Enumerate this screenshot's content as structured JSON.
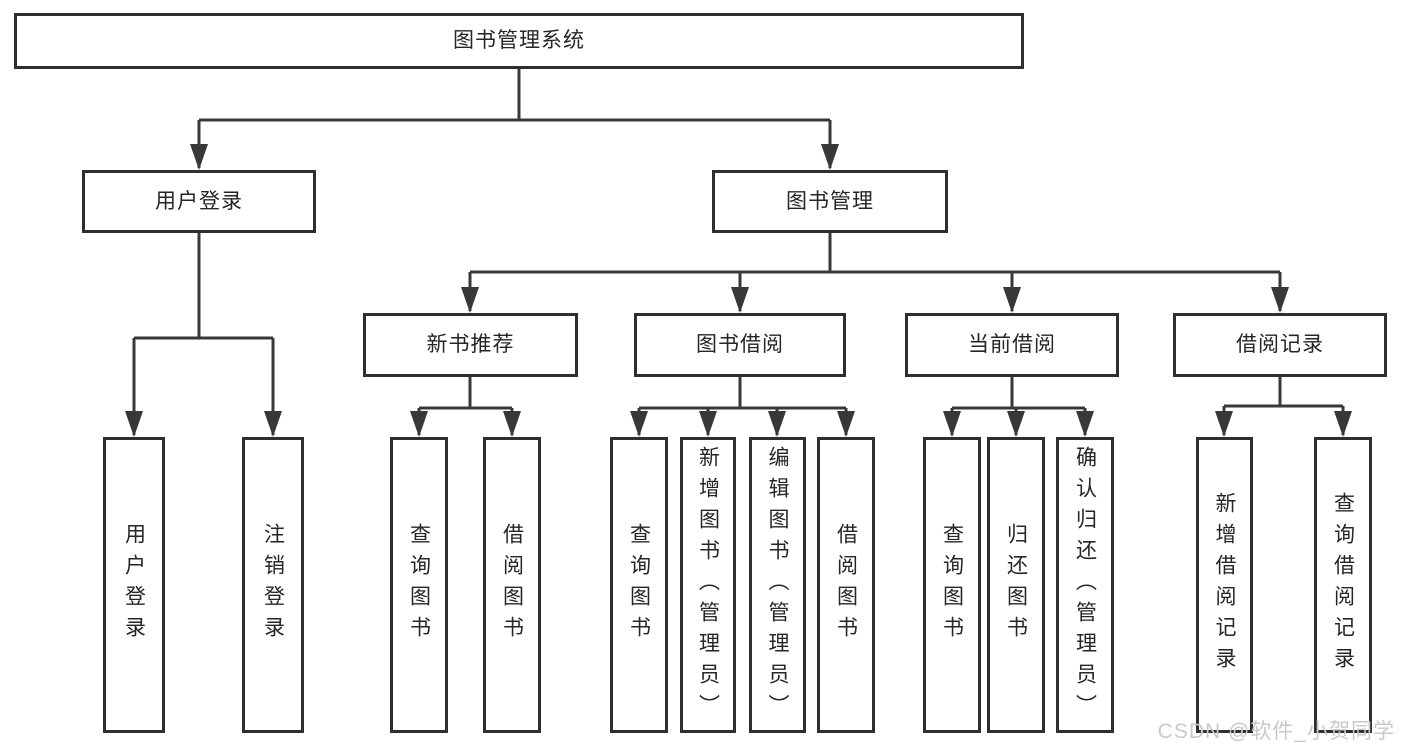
{
  "diagram": {
    "root": {
      "label": "图书管理系统"
    },
    "level2": [
      {
        "label": "用户登录"
      },
      {
        "label": "图书管理"
      }
    ],
    "level3": [
      {
        "label": "新书推荐"
      },
      {
        "label": "图书借阅"
      },
      {
        "label": "当前借阅"
      },
      {
        "label": "借阅记录"
      }
    ],
    "leaves": {
      "user_login": [
        {
          "label": "用户登录"
        },
        {
          "label": "注销登录"
        }
      ],
      "new_books": [
        {
          "label": "查询图书"
        },
        {
          "label": "借阅图书"
        }
      ],
      "book_borrow": [
        {
          "label": "查询图书"
        },
        {
          "label": "新增图书（管理员）"
        },
        {
          "label": "编辑图书（管理员）"
        },
        {
          "label": "借阅图书"
        }
      ],
      "current_borrow": [
        {
          "label": "查询图书"
        },
        {
          "label": "归还图书"
        },
        {
          "label": "确认归还（管理员）"
        }
      ],
      "borrow_records": [
        {
          "label": "新增借阅记录"
        },
        {
          "label": "查询借阅记录"
        }
      ]
    },
    "watermark": "CSDN @软件_小贺同学",
    "colors": {
      "line": "#383838",
      "box_border": "#2f2f2f",
      "text": "#262626",
      "background": "#ffffff",
      "watermark": "#c9c9c9"
    }
  }
}
